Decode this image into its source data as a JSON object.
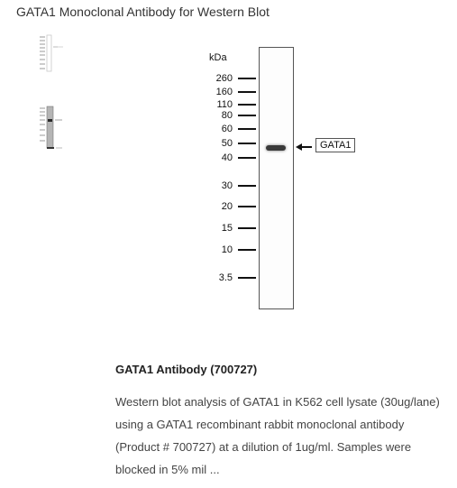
{
  "page": {
    "title": "GATA1 Monoclonal Antibody for Western Blot"
  },
  "figure": {
    "unit_label": "kDa",
    "markers": [
      "260",
      "160",
      "110",
      "80",
      "60",
      "50",
      "40",
      "30",
      "20",
      "15",
      "10",
      "3.5"
    ],
    "band_label": "GATA1"
  },
  "product": {
    "heading": "GATA1 Antibody (700727)",
    "description": "Western blot analysis of GATA1 in K562 cell lysate (30ug/lane) using a GATA1 recombinant rabbit monoclonal antibody (Product # 700727) at a dilution of 1ug/ml. Samples were blocked in 5% mil ..."
  },
  "colors": {
    "text": "#333333",
    "band": "#3a3a3a",
    "outline": "#555555"
  }
}
